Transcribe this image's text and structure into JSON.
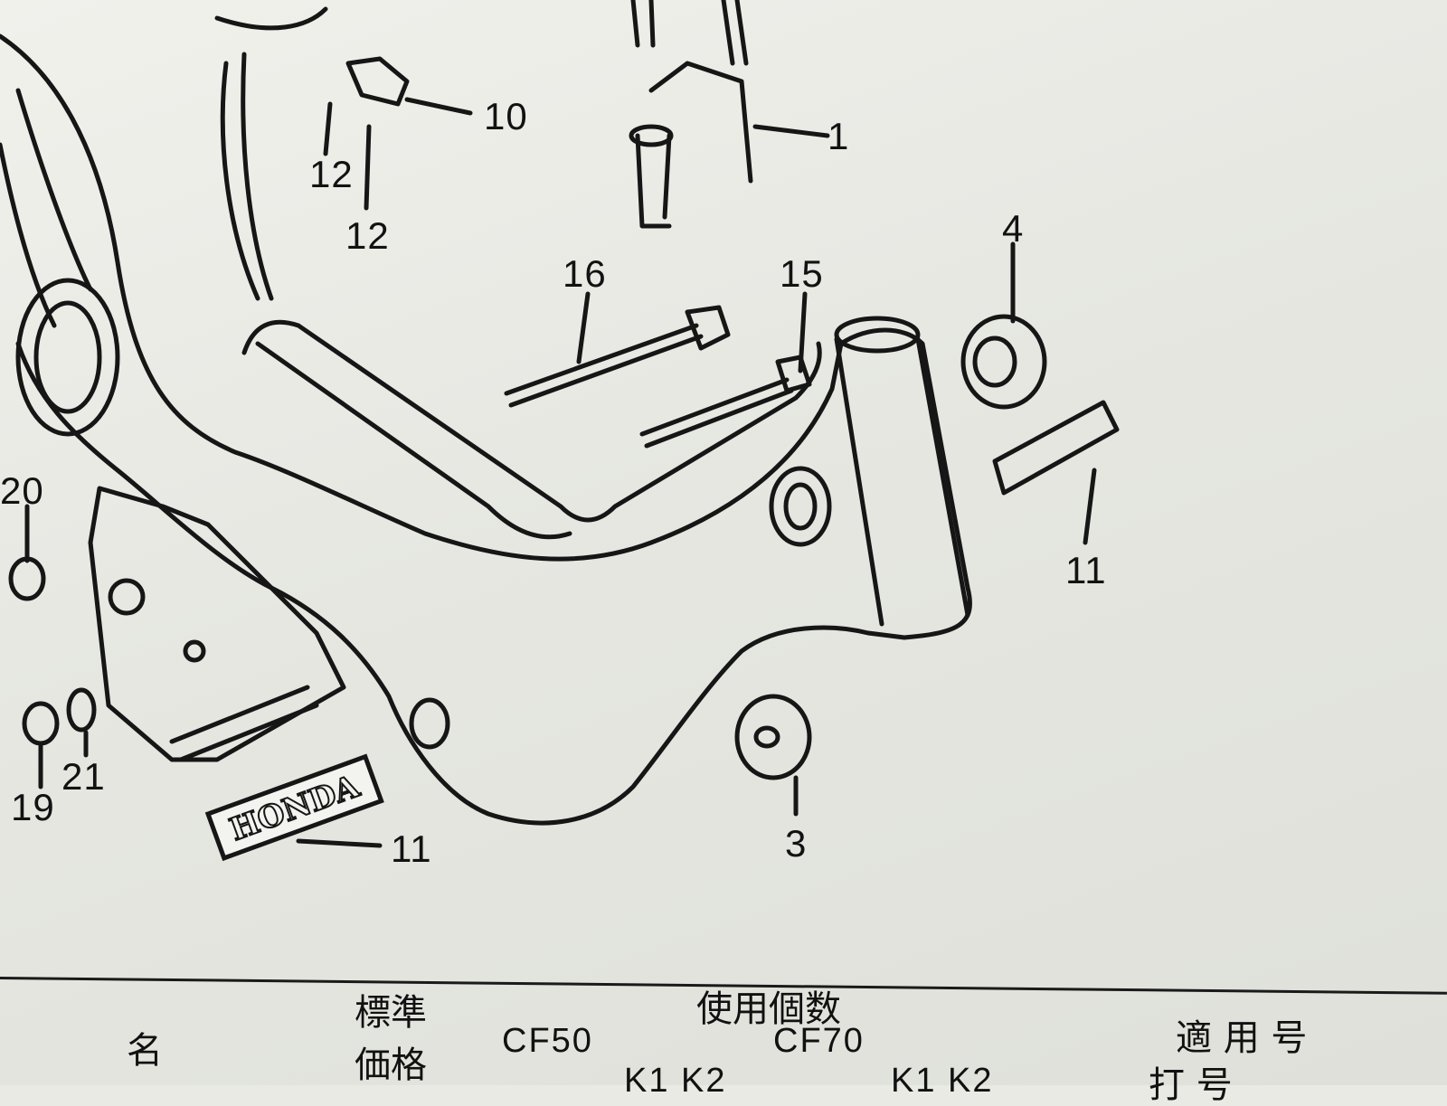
{
  "diagram": {
    "callouts": [
      "10",
      "1",
      "12",
      "12",
      "16",
      "15",
      "4",
      "11",
      "20",
      "21",
      "19",
      "11",
      "3"
    ],
    "logo_text": "HONDA"
  },
  "table_header": {
    "name": "名",
    "standard_price_1": "標準",
    "standard_price_2": "価格",
    "usage_count": "使用個数",
    "model_cf50": "CF50",
    "model_cf70": "CF70",
    "sub_cf50": "K1  K2",
    "sub_cf70": "K1  K2",
    "applicable": "適   用   号",
    "applicable_sub": "打 号"
  },
  "colors": {
    "paper": "#e9eae4",
    "ink": "#161616"
  }
}
